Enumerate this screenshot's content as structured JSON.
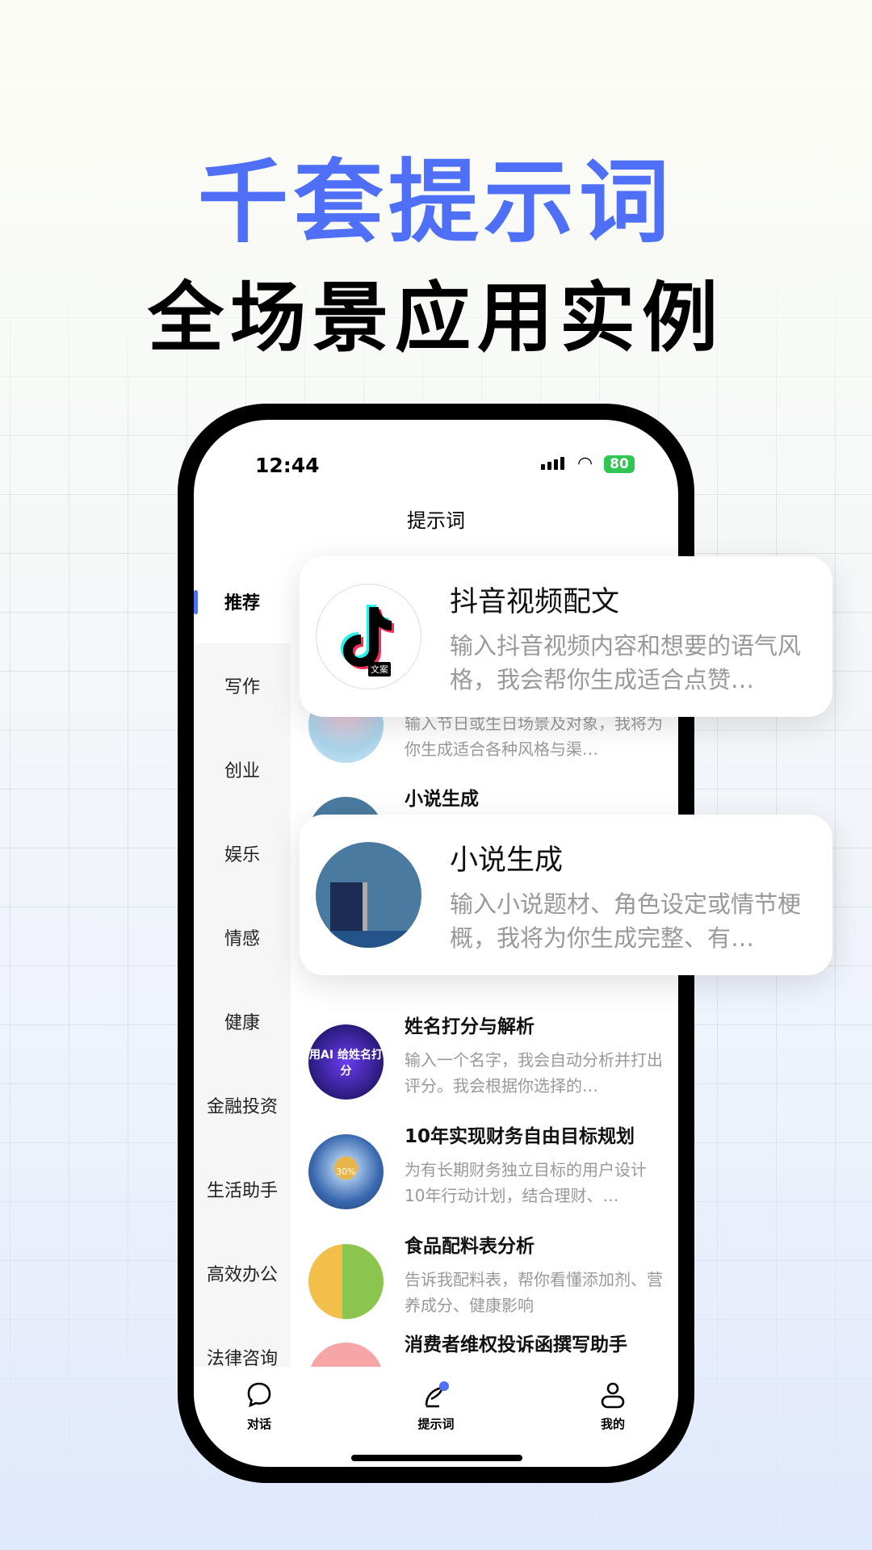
{
  "hero": {
    "title": "千套提示词",
    "subtitle": "全场景应用实例",
    "accent": "#4e6ff6"
  },
  "status": {
    "time": "12:44",
    "battery": "80"
  },
  "header": {
    "title": "提示词"
  },
  "sidebar": {
    "items": [
      {
        "label": "推荐",
        "selected": true
      },
      {
        "label": "写作"
      },
      {
        "label": "创业"
      },
      {
        "label": "娱乐"
      },
      {
        "label": "情感"
      },
      {
        "label": "健康"
      },
      {
        "label": "金融投资"
      },
      {
        "label": "生活助手"
      },
      {
        "label": "高效办公"
      },
      {
        "label": "法律咨询"
      }
    ]
  },
  "list": [
    {
      "title": "",
      "desc": "输入节日或生日场景及对象，我将为你生成适合各种风格与渠…"
    },
    {
      "title": "小说生成",
      "desc": ""
    },
    {
      "title": "",
      "desc": ""
    },
    {
      "title": "姓名打分与解析",
      "desc": "输入一个名字，我会自动分析并打出评分。我会根据你选择的…",
      "image_text": "用AI 给姓名打分"
    },
    {
      "title": "10年实现财务自由目标规划",
      "desc": "为有长期财务独立目标的用户设计10年行动计划，结合理财、…",
      "image_text": "30%"
    },
    {
      "title": "食品配料表分析",
      "desc": "告诉我配料表，帮你看懂添加剂、营养成分、健康影响"
    },
    {
      "title": "消费者维权投诉函撰写助手",
      "desc": ""
    }
  ],
  "cards": [
    {
      "title": "抖音视频配文",
      "desc": "输入抖音视频内容和想要的语气风格，我会帮你生成适合点赞…",
      "badge": "文案"
    },
    {
      "title": "小说生成",
      "desc": "输入小说题材、角色设定或情节梗概，我将为你生成完整、有…"
    }
  ],
  "tabbar": {
    "items": [
      {
        "label": "对话",
        "icon": "chat-bubble-icon"
      },
      {
        "label": "提示词",
        "icon": "quill-icon",
        "active": true
      },
      {
        "label": "我的",
        "icon": "person-icon"
      }
    ]
  }
}
